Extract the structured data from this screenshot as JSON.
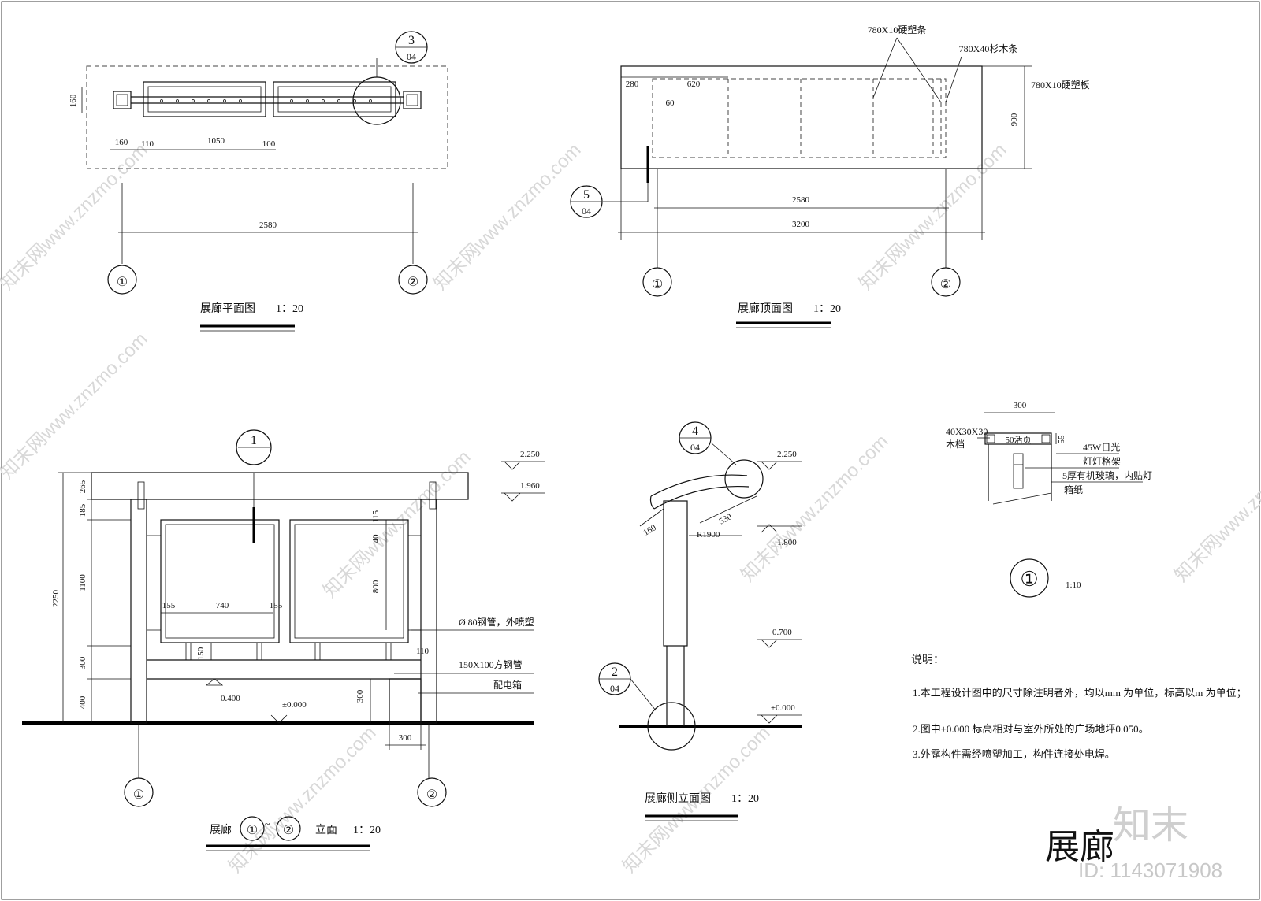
{
  "drawing": {
    "title": "展廊",
    "brand": "知末",
    "id_text": "ID: 1143071908",
    "watermark": "知末网www.znzmo.com"
  },
  "plan_view": {
    "title": "展廊平面图",
    "scale": "1：20",
    "detail_ref": {
      "num": "3",
      "sheet": "04"
    },
    "dims": {
      "height": "160",
      "post": "160",
      "gap": "110",
      "panel": "1050",
      "gap2": "100",
      "span": "2580"
    },
    "axes": [
      "①",
      "②"
    ]
  },
  "roof_view": {
    "title": "展廊顶面图",
    "scale": "1：20",
    "annotations": {
      "strip1": "780X10硬塑条",
      "strip2": "780X40杉木条",
      "board": "780X10硬塑板"
    },
    "detail_ref": {
      "num": "5",
      "sheet": "04"
    },
    "dims": {
      "d1": "280",
      "d2": "620",
      "d3": "60",
      "depth": "900",
      "span": "2580",
      "total": "3200"
    },
    "axes": [
      "①",
      "②"
    ]
  },
  "front_elevation": {
    "title_prefix": "展廊",
    "title_sep": "~",
    "title_suffix": "立面",
    "scale": "1：20",
    "section_ref": "1",
    "levels": {
      "top": "2.250",
      "mid": "1.960",
      "low": "0.400",
      "zero": "±0.000"
    },
    "dims": {
      "total": "2250",
      "d265": "265",
      "d185": "185",
      "d1100": "1100",
      "d300": "300",
      "d400": "400",
      "d115": "115",
      "d40": "40",
      "d800": "800",
      "d155a": "155",
      "d740": "740",
      "d155b": "155",
      "d150": "150",
      "d110": "110",
      "d300b": "300",
      "d300c": "300"
    },
    "annotations": {
      "pipe": "Ø 80钢管，外喷塑",
      "square_pipe": "150X100方钢管",
      "box": "配电箱"
    },
    "axes": [
      "①",
      "②"
    ]
  },
  "side_elevation": {
    "title": "展廊侧立面图",
    "scale": "1：20",
    "detail_refs": [
      {
        "num": "4",
        "sheet": "04"
      },
      {
        "num": "2",
        "sheet": "04"
      }
    ],
    "levels": {
      "top": "2.250",
      "l1": "1.800",
      "l2": "0.700",
      "zero": "±0.000"
    },
    "dims": {
      "d160": "160",
      "d530": "530",
      "radius": "R1900"
    }
  },
  "detail_1": {
    "scale": "1:10",
    "label": "①",
    "dims": {
      "width": "300",
      "h55": "55",
      "hinge": "50活页"
    },
    "annotations": {
      "wood": "40X30X30",
      "wood2": "木档",
      "light": "45W日光",
      "frame": "灯灯格架",
      "glass": "5厚有机玻璃，内贴灯",
      "paper": "箱纸"
    }
  },
  "notes": {
    "heading": "说明：",
    "items": [
      "1.本工程设计图中的尺寸除注明者外，均以mm 为单位，标高以m 为单位；",
      "2.图中±0.000 标高相对与室外所处的广场地坪0.050。",
      "3.外露构件需经喷塑加工，构件连接处电焊。"
    ]
  }
}
